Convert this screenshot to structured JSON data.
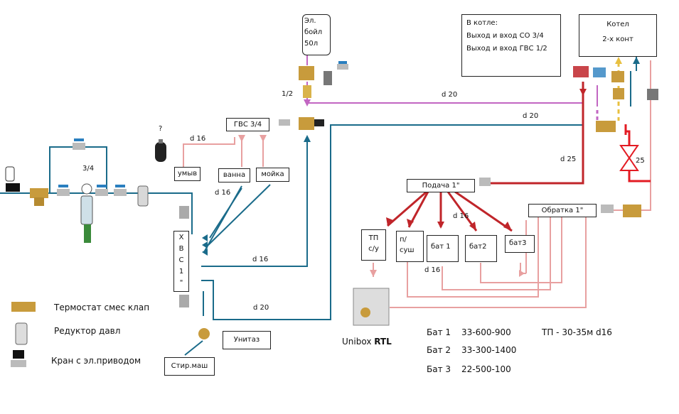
{
  "boiler_info": {
    "title": "В котле:",
    "line1": "Выход и вход  СО 3/4",
    "line2": "Выход и вход  ГВС 1/2"
  },
  "kotel": {
    "title": "Котел",
    "subtitle": "2-х конт"
  },
  "heater": {
    "line1": "Эл.",
    "line2": "бойл",
    "line3": "50л"
  },
  "gvs": "ГВС 3/4",
  "fixtures": {
    "umyv": "умыв",
    "vanna": "ванна",
    "moyka": "мойка",
    "unitaz": "Унитаз",
    "stir": "Стир.маш"
  },
  "hvs": {
    "letters": [
      "Х",
      "В",
      "С",
      "1",
      "\""
    ]
  },
  "podacha": "Подача  1\"",
  "obratka": "Обратка  1\"",
  "radiators": {
    "tp": [
      "ТП",
      "с/у"
    ],
    "p_sush": [
      "п/",
      "суш"
    ],
    "bat1": "бат 1",
    "bat2": "бат2",
    "bat3": "бат3"
  },
  "unibox": {
    "name": "Unibox ",
    "bold": "RTL"
  },
  "labels": {
    "three_quarter": "3/4",
    "question": "?",
    "half": "1/2",
    "d20_top": "d 20",
    "d20_mid": "d 20",
    "d20_bottom": "d 20",
    "d16_umyv": "d 16",
    "d16_fixtures": "d 16",
    "d16_hvs": "d 16",
    "d16_rad": "d 16",
    "d16_bottom": "d 16",
    "d25_a": "d 25",
    "d25_b": "25"
  },
  "legend": [
    {
      "icon": "thermostatic-mixing-valve-icon",
      "label": "Термостат смес клап"
    },
    {
      "icon": "pressure-reducer-icon",
      "label": "Редуктор давл"
    },
    {
      "icon": "electric-valve-icon",
      "label": "Кран с эл.приводом"
    }
  ],
  "specs": [
    {
      "name": "Бат 1",
      "value": "33-600-900"
    },
    {
      "name": "Бат 2",
      "value": "33-300-1400"
    },
    {
      "name": "Бат 3",
      "value": "22-500-100"
    }
  ],
  "tp_spec": "ТП -  30-35м  d16",
  "colors": {
    "cold_water": "#1a6b8a",
    "hot_water": "#e8a0a0",
    "dhw_pink": "#c266c2",
    "supply_red": "#c0252a",
    "bright_red": "#e31b23",
    "valve_brass": "#c89b3c",
    "valve_blue": "#2a7fbf"
  }
}
